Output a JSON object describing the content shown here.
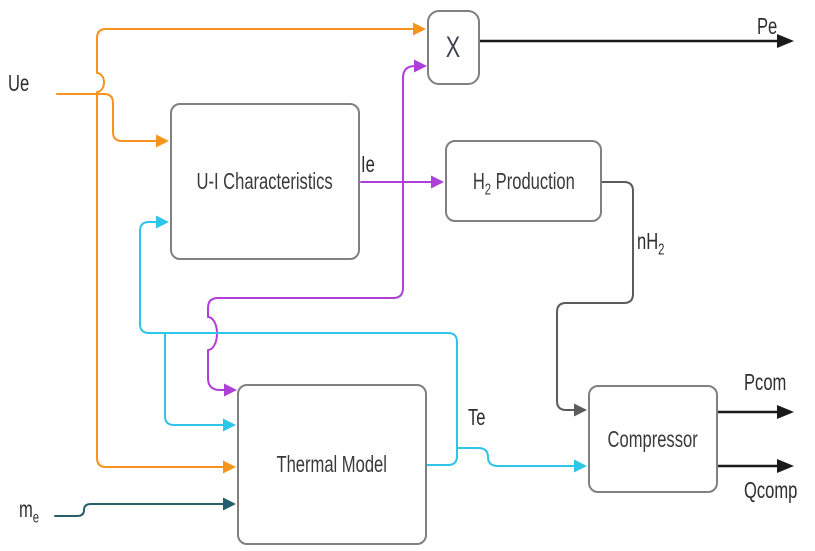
{
  "blocks": {
    "multiplier": {
      "label": "X"
    },
    "ui_characteristics": {
      "label": "U-I Characteristics"
    },
    "h2_production": {
      "main": "H",
      "sub": "2",
      "rest": " Production"
    },
    "thermal_model": {
      "label": "Thermal Model"
    },
    "compressor": {
      "label": "Compressor"
    }
  },
  "signals": {
    "ue": {
      "label": "Ue"
    },
    "me": {
      "main": "m",
      "sub": "e"
    },
    "pe": {
      "label": "Pe"
    },
    "ie": {
      "label": "Ie"
    },
    "nh2": {
      "main": "nH",
      "sub": "2"
    },
    "te": {
      "label": "Te"
    },
    "pcom": {
      "label": "Pcom"
    },
    "qcomp": {
      "label": "Qcomp"
    }
  },
  "colors": {
    "orange": "#F7941E",
    "purple": "#AF3FD8",
    "cyan": "#2FC5E8",
    "dark_teal": "#265E6B",
    "gray": "#5B5B5B",
    "black": "#1A1A1A",
    "block_border": "#808080",
    "text": "#2E2E2E"
  }
}
